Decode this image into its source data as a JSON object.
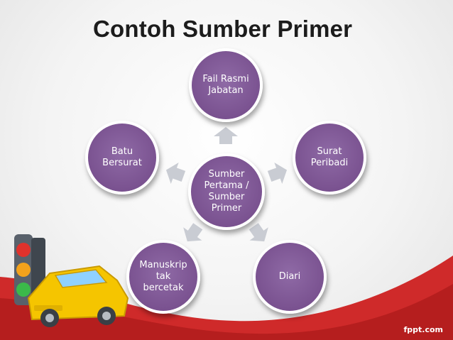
{
  "title": "Contoh Sumber Primer",
  "center": {
    "label": "Sumber\nPertama /\nSumber\nPrimer"
  },
  "nodes": {
    "top": "Fail Rasmi\nJabatan",
    "right": "Surat\nPeribadi",
    "bottom_right": "Diari",
    "bottom_left": "Manuskrip\ntak\nbercetak",
    "left": "Batu\nBersurat"
  },
  "footer": {
    "logo": "fppt.com"
  },
  "colors": {
    "node": "#7a5290",
    "arrow": "#c9ccd3",
    "wave": "#cc2a2a",
    "car": "#f5c500"
  }
}
